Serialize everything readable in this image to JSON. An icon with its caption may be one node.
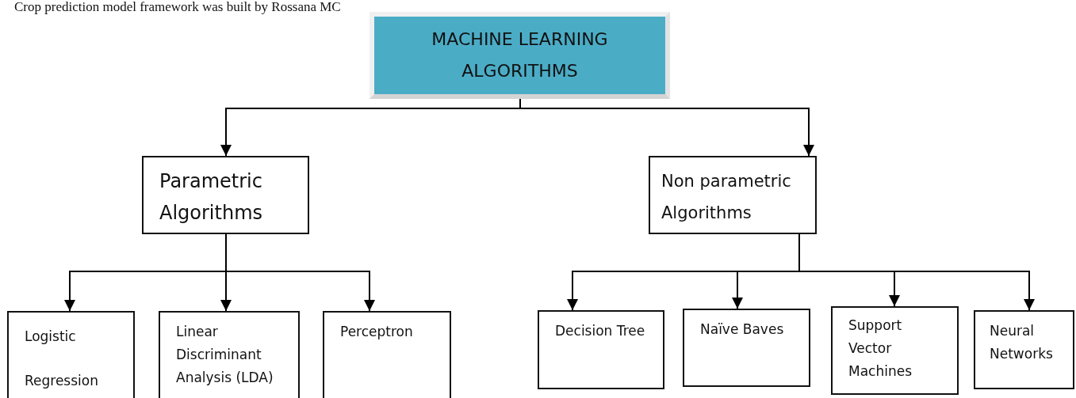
{
  "diagram": {
    "nodes": [
      {
        "text": [
          "MACHINE LEARNING ALGORITHMS"
        ]
      },
      {
        "text": [
          "Parametric Algorithms"
        ]
      },
      {
        "text": [
          "Non parametric Algorithms"
        ]
      },
      {
        "text": [
          "Logistic Regression"
        ]
      },
      {
        "text": [
          "Linear Discriminant Analysis (LDA)"
        ]
      },
      {
        "text": [
          "Perceptron"
        ]
      },
      {
        "text": [
          "Decision Tree"
        ]
      },
      {
        "text": [
          "Naïve Baves"
        ]
      },
      {
        "text": [
          "Support Vector Machines"
        ]
      },
      {
        "text": [
          "Neural Networks"
        ]
      }
    ],
    "edges": [
      {
        "from": 0,
        "to": 1,
        "arrow": "to"
      },
      {
        "from": 0,
        "to": 2,
        "arrow": "to"
      },
      {
        "from": 1,
        "to": 3,
        "arrow": "to"
      },
      {
        "from": 1,
        "to": 4,
        "arrow": "to"
      },
      {
        "from": 1,
        "to": 5,
        "arrow": "to"
      },
      {
        "from": 2,
        "to": 6,
        "arrow": "to"
      },
      {
        "from": 2,
        "to": 7,
        "arrow": "to"
      },
      {
        "from": 2,
        "to": 8,
        "arrow": "to"
      },
      {
        "from": 2,
        "to": 9,
        "arrow": "to"
      }
    ],
    "labels": [
      "Crop prediction model framework was built by Rossana MC"
    ]
  }
}
